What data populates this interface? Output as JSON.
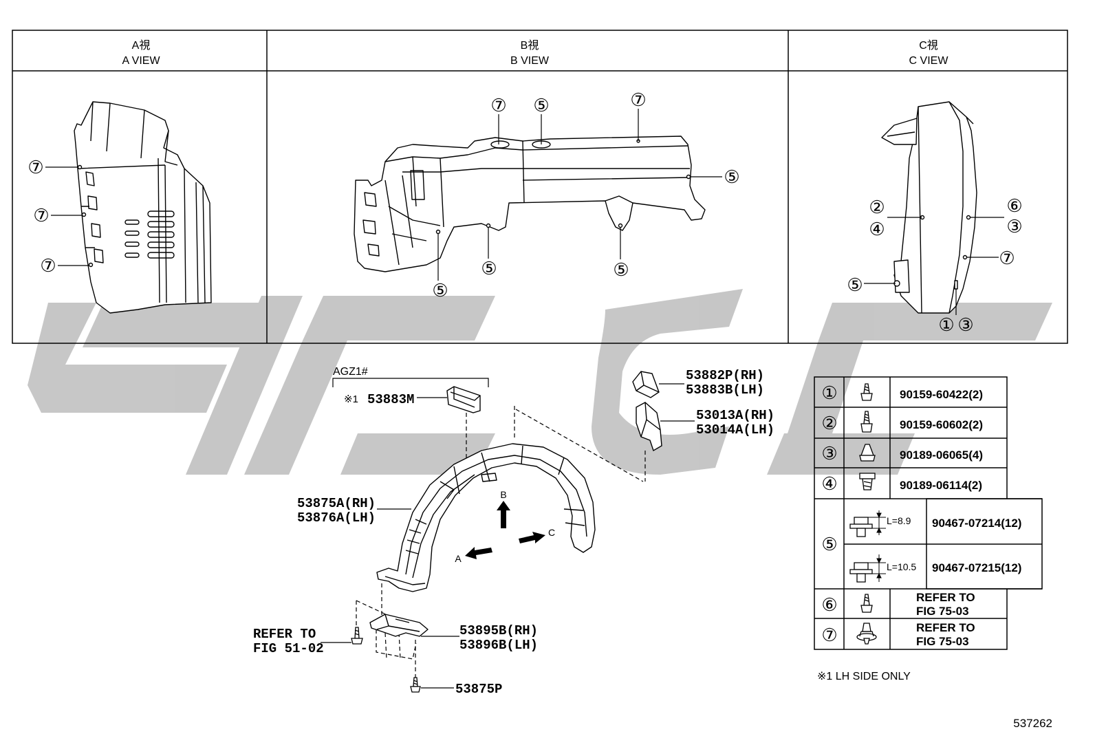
{
  "views": [
    {
      "jp": "A視",
      "en": "A VIEW"
    },
    {
      "jp": "B視",
      "en": "B VIEW"
    },
    {
      "jp": "C視",
      "en": "C VIEW"
    }
  ],
  "callouts": {
    "a": [
      "⑦",
      "⑦",
      "⑦"
    ],
    "b": [
      "⑦",
      "⑤",
      "⑦",
      "⑤",
      "⑤",
      "⑤",
      "⑤"
    ],
    "c": [
      "②",
      "④",
      "⑥",
      "③",
      "⑦",
      "⑤",
      "①",
      "③"
    ]
  },
  "main": {
    "group_label": "AGZ1#",
    "note_mark": "※1",
    "part_53883M": "53883M",
    "part_53882P": "53882P(RH)",
    "part_53883B": "53883B(LH)",
    "part_53013A": "53013A(RH)",
    "part_53014A": "53014A(LH)",
    "part_53875A": "53875A(RH)",
    "part_53876A": "53876A(LH)",
    "part_53895B": "53895B(RH)",
    "part_53896B": "53896B(LH)",
    "part_53875P": "53875P",
    "refer_1": "REFER TO",
    "refer_2": "FIG 51-02",
    "arrow_b": "B",
    "arrow_c": "C",
    "arrow_a": "A"
  },
  "legend": [
    {
      "num": "①",
      "part": "90159-60422(2)",
      "icon": "bolt-icon"
    },
    {
      "num": "②",
      "part": "90159-60602(2)",
      "icon": "bolt-icon"
    },
    {
      "num": "③",
      "part": "90189-06065(4)",
      "icon": "nut-icon"
    },
    {
      "num": "④",
      "part": "90189-06114(2)",
      "icon": "clip-icon"
    },
    {
      "num": "⑤",
      "subs": [
        {
          "dim": "L=8.9",
          "part": "90467-07214(12)",
          "icon": "push-clip-icon"
        },
        {
          "dim": "L=10.5",
          "part": "90467-07215(12)",
          "icon": "push-clip-icon"
        }
      ]
    },
    {
      "num": "⑥",
      "part_l1": "REFER TO",
      "part_l2": "FIG 75-03",
      "icon": "bolt-icon"
    },
    {
      "num": "⑦",
      "part_l1": "REFER TO",
      "part_l2": "FIG 75-03",
      "icon": "grommet-clip-icon"
    }
  ],
  "footnote": "※1 LH SIDE ONLY",
  "figure_number": "537262",
  "watermark_color": "#bdbdbd"
}
